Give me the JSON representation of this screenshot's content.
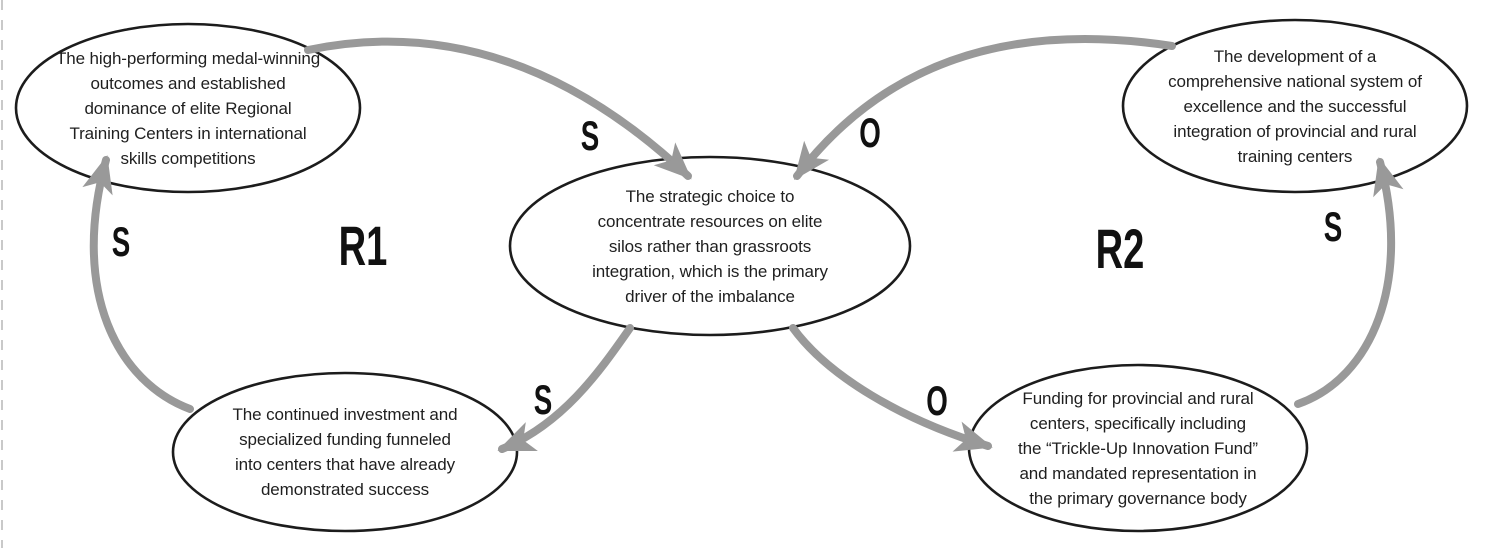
{
  "diagram": {
    "type": "causal-loop-diagram",
    "colors": {
      "arrow": "#999999",
      "node_stroke": "#1c1c1c",
      "node_fill": "#ffffff",
      "text": "#1f1f1f",
      "edge_dash": "#c9c9c9"
    },
    "nodes": {
      "top_left": {
        "text": "The high-performing medal-winning\noutcomes and established\ndominance of elite Regional\nTraining Centers in international\nskills competitions"
      },
      "top_right": {
        "text": "The development of a\ncomprehensive national system of\nexcellence and the successful\nintegration of provincial and rural\ntraining centers"
      },
      "center": {
        "text": "The strategic choice to\nconcentrate resources on elite\nsilos rather than grassroots\nintegration, which is the primary\ndriver of the imbalance"
      },
      "bottom_left": {
        "text": "The continued investment and\nspecialized funding funneled\ninto centers that have already\ndemonstrated success"
      },
      "bottom_right": {
        "text": "Funding for provincial and rural\ncenters, specifically including\nthe “Trickle-Up Innovation Fund”\nand mandated representation in\nthe primary governance body"
      }
    },
    "loops": {
      "r1": {
        "label": "R1"
      },
      "r2": {
        "label": "R2"
      }
    },
    "links": {
      "tl_to_center": {
        "from": "top_left",
        "to": "center",
        "polarity": "S"
      },
      "tr_to_center": {
        "from": "top_right",
        "to": "center",
        "polarity": "O"
      },
      "center_to_bl": {
        "from": "center",
        "to": "bottom_left",
        "polarity": "S"
      },
      "center_to_br": {
        "from": "center",
        "to": "bottom_right",
        "polarity": "O"
      },
      "bl_to_tl": {
        "from": "bottom_left",
        "to": "top_left",
        "polarity": "S"
      },
      "br_to_tr": {
        "from": "bottom_right",
        "to": "top_right",
        "polarity": "S"
      }
    }
  }
}
